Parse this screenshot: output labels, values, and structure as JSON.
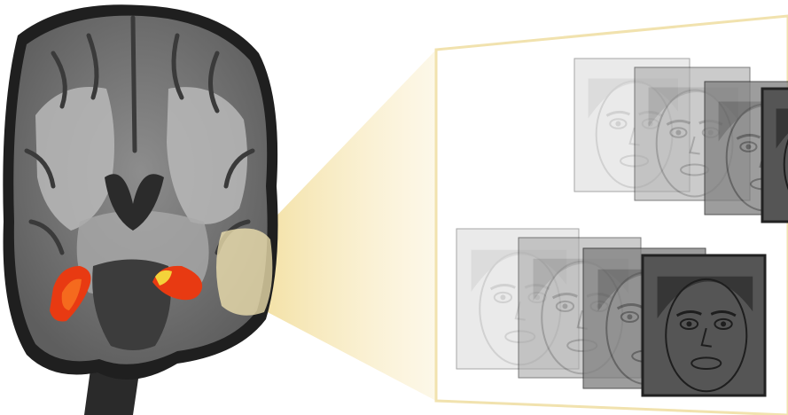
{
  "figure": {
    "background_color": "#ffffff",
    "brain_scan": {
      "view": "coronal",
      "activation_colors": [
        "#e83a12",
        "#f56a1e",
        "#f4d23a"
      ],
      "highlight_color": "#f6e7b3"
    },
    "face_stimuli": {
      "rows": 2,
      "faces_per_row": 4,
      "expression": "fearful",
      "intensity_levels": [
        0.2,
        0.45,
        0.7,
        1.0
      ]
    }
  }
}
